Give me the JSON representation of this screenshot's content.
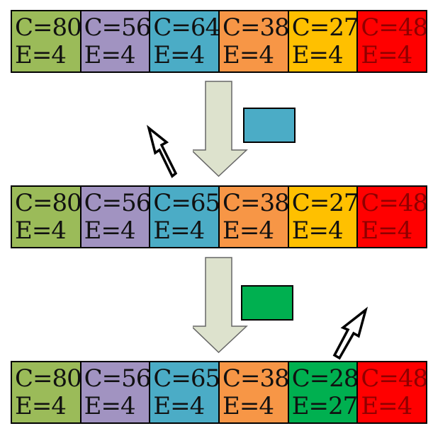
{
  "colors": {
    "green": "#9bbb59",
    "purple": "#a193c1",
    "blue": "#4bacc6",
    "orange": "#f79646",
    "yellow": "#ffc000",
    "red": "#ff0000",
    "bright_green": "#00b050",
    "arrow_fill": "#dde2cd",
    "arrow_stroke": "#666666"
  },
  "rows": [
    {
      "cells": [
        {
          "c": "C=80",
          "e": "E=4",
          "color": "green"
        },
        {
          "c": "C=56",
          "e": "E=4",
          "color": "purple"
        },
        {
          "c": "C=64",
          "e": "E=4",
          "color": "blue"
        },
        {
          "c": "C=38",
          "e": "E=4",
          "color": "orange"
        },
        {
          "c": "C=27",
          "e": "E=4",
          "color": "yellow"
        },
        {
          "c": "C=48",
          "e": "E=4",
          "color": "red"
        }
      ]
    },
    {
      "cells": [
        {
          "c": "C=80",
          "e": "E=4",
          "color": "green"
        },
        {
          "c": "C=56",
          "e": "E=4",
          "color": "purple"
        },
        {
          "c": "C=65",
          "e": "E=4",
          "color": "blue"
        },
        {
          "c": "C=38",
          "e": "E=4",
          "color": "orange"
        },
        {
          "c": "C=27",
          "e": "E=4",
          "color": "yellow"
        },
        {
          "c": "C=48",
          "e": "E=4",
          "color": "red"
        }
      ]
    },
    {
      "cells": [
        {
          "c": "C=80",
          "e": "E=4",
          "color": "green"
        },
        {
          "c": "C=56",
          "e": "E=4",
          "color": "purple"
        },
        {
          "c": "C=65",
          "e": "E=4",
          "color": "blue"
        },
        {
          "c": "C=38",
          "e": "E=4",
          "color": "orange"
        },
        {
          "c": "C=28",
          "e": "E=27",
          "color": "bright_green"
        },
        {
          "c": "C=48",
          "e": "E=4",
          "color": "red"
        }
      ]
    }
  ],
  "transitions": [
    {
      "block_color": "blue",
      "pointer_icon": "hollow-arrow-pointer-icon"
    },
    {
      "block_color": "bright_green",
      "pointer_icon": "hollow-arrow-pointer-icon"
    }
  ]
}
